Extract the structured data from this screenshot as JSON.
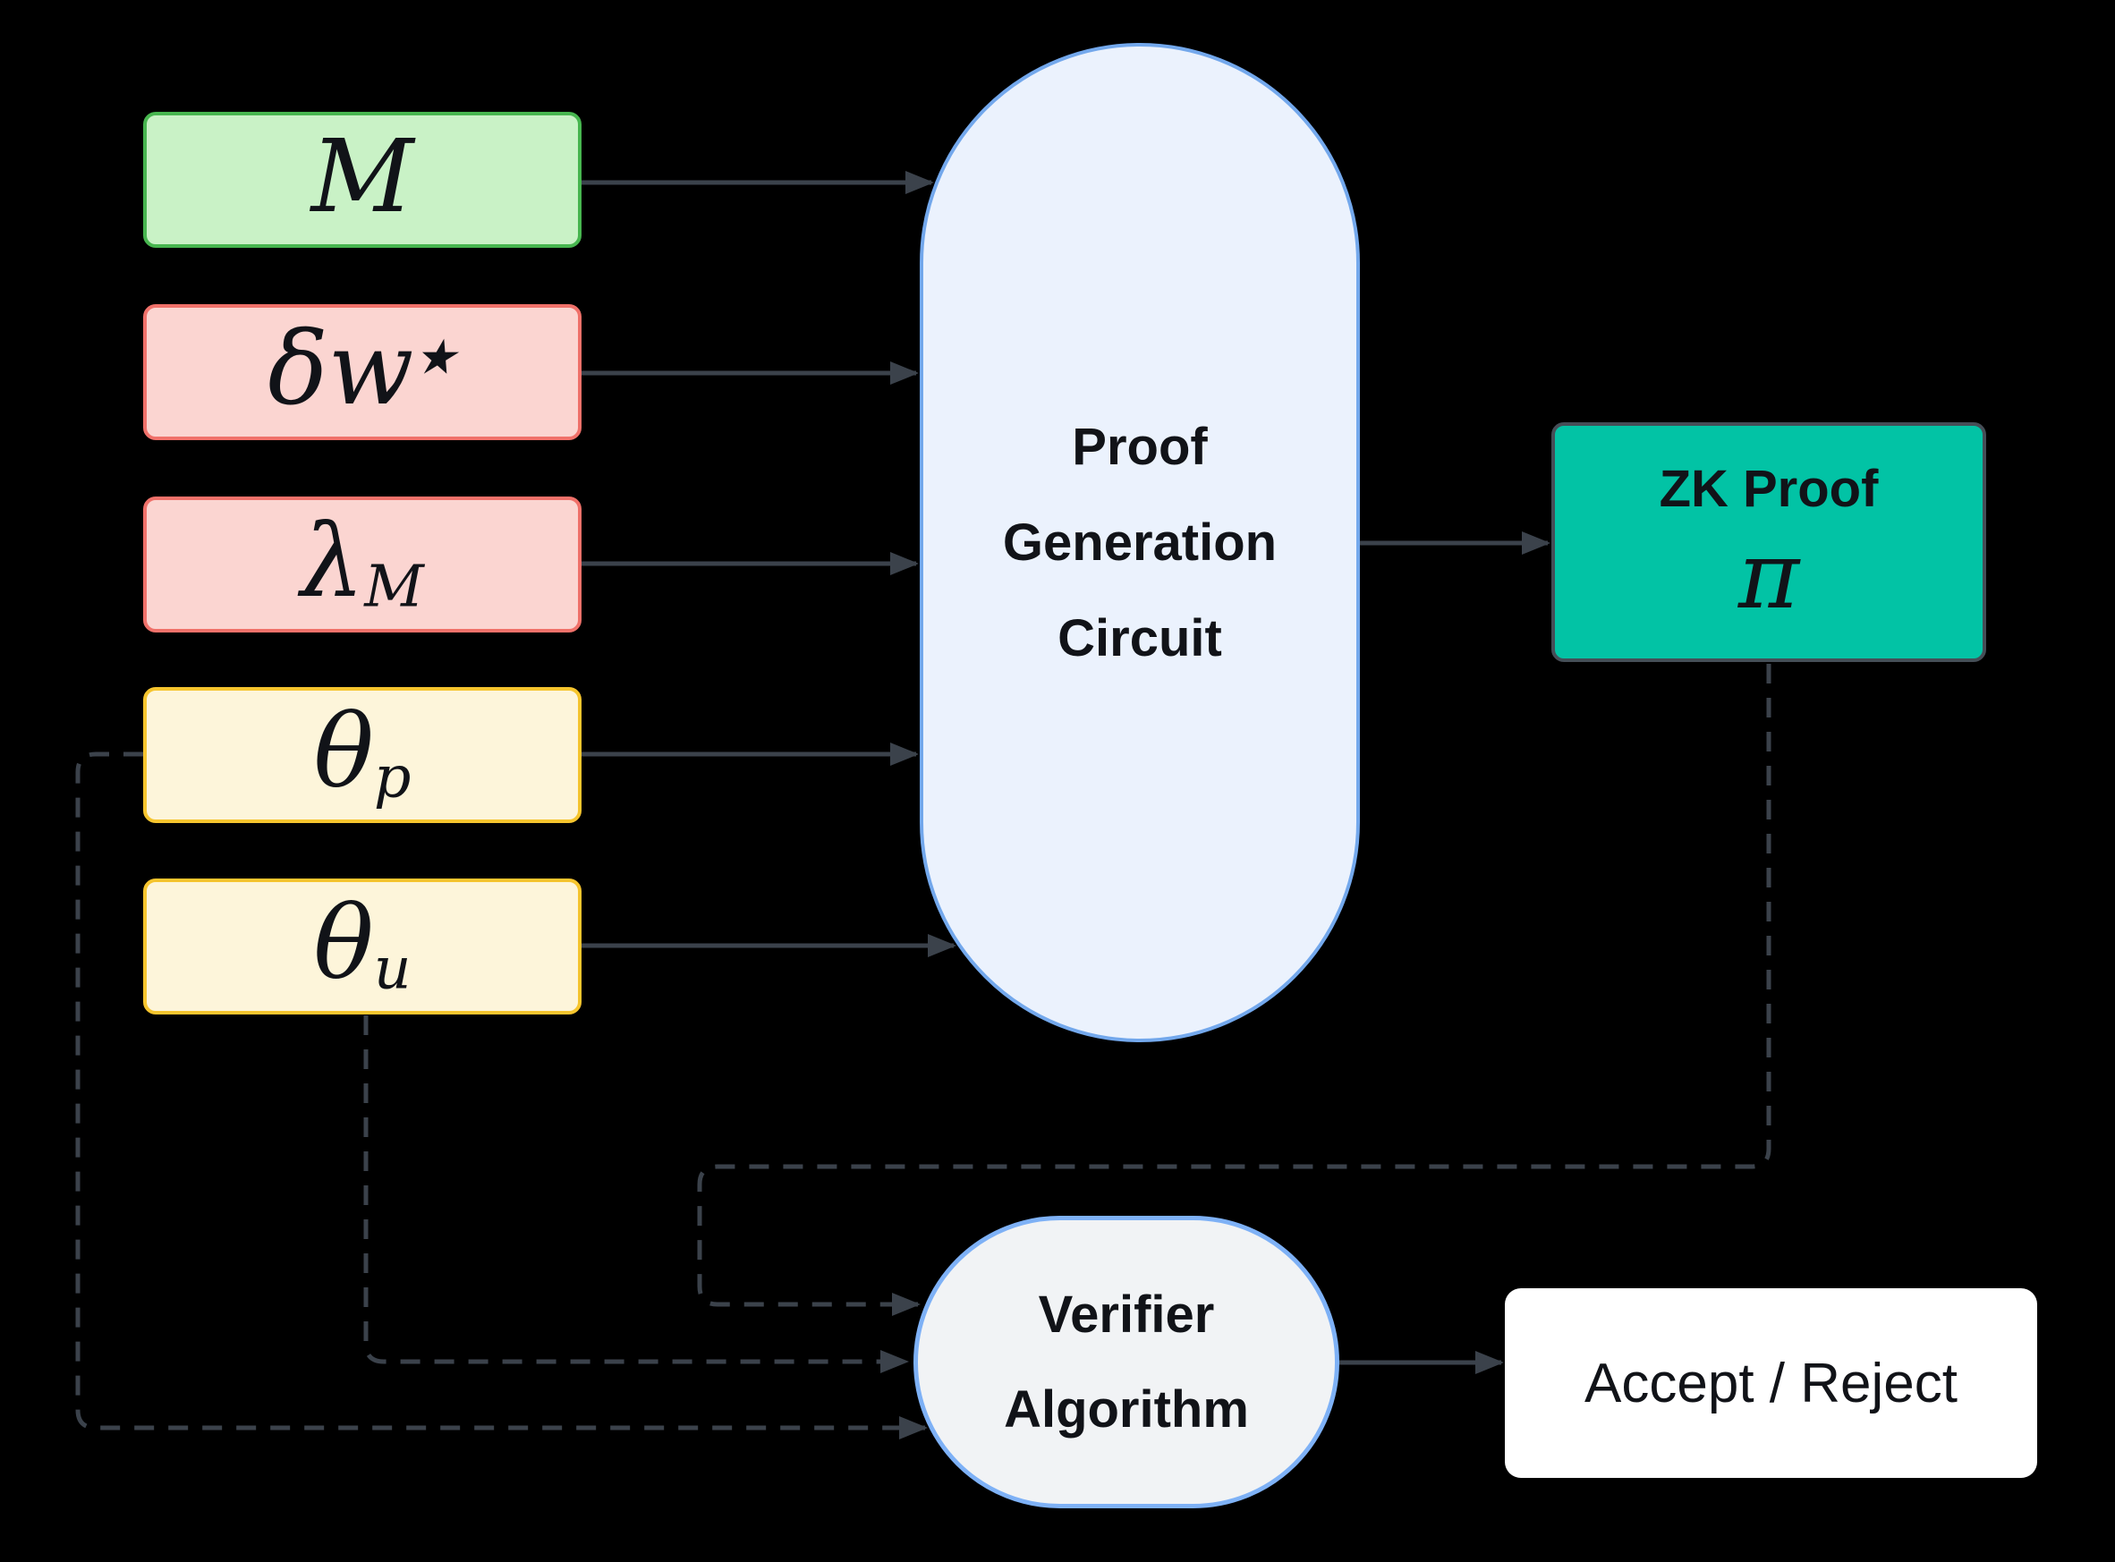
{
  "title": "ZK proof generation and verification diagram",
  "nodes": {
    "inputs": [
      {
        "id": "model",
        "base": "M",
        "sup": "",
        "sub": "",
        "variant": "green"
      },
      {
        "id": "delta-w-star",
        "base": "δw",
        "sup": "★",
        "sub": "",
        "variant": "pink"
      },
      {
        "id": "lambda-m",
        "base": "λ",
        "sup": "",
        "sub": "M",
        "variant": "pink"
      },
      {
        "id": "theta-p",
        "base": "θ",
        "sup": "",
        "sub": "p",
        "variant": "yellow"
      },
      {
        "id": "theta-u",
        "base": "θ",
        "sup": "",
        "sub": "u",
        "variant": "yellow"
      }
    ],
    "prover": {
      "lines": [
        "Proof",
        "Generation",
        "Circuit"
      ]
    },
    "zkproof": {
      "title": "ZK Proof",
      "symbol": "π"
    },
    "verifier": {
      "lines": [
        "Verifier",
        "Algorithm"
      ]
    },
    "decision": {
      "label": "Accept / Reject"
    }
  },
  "connectors": {
    "solid": [
      "model to proof-generation-circuit",
      "delta-w-star to proof-generation-circuit",
      "lambda-m to proof-generation-circuit",
      "theta-p to proof-generation-circuit",
      "theta-u to proof-generation-circuit",
      "proof-generation-circuit to zk-proof",
      "verifier-algorithm to accept-reject"
    ],
    "dashed": [
      "zk-proof to verifier-algorithm",
      "theta-u to verifier-algorithm",
      "theta-p to verifier-algorithm"
    ]
  },
  "colors": {
    "bg": "#000000",
    "ink": "#111318",
    "arrow": "#3b424b",
    "green_fill": "#c9f2c6",
    "green_border": "#47b64f",
    "pink_fill": "#fbd5d1",
    "pink_border": "#f0716a",
    "yellow_fill": "#fdf5da",
    "yellow_border": "#f6c52e",
    "prover_fill": "#ebf2fd",
    "prover_border": "#73a8ec",
    "zk_fill": "#02c3a5",
    "zk_border": "#464e57",
    "verifier_fill": "#f1f3f5",
    "verifier_border": "#7eb1f6",
    "decision_fill": "#ffffff"
  }
}
